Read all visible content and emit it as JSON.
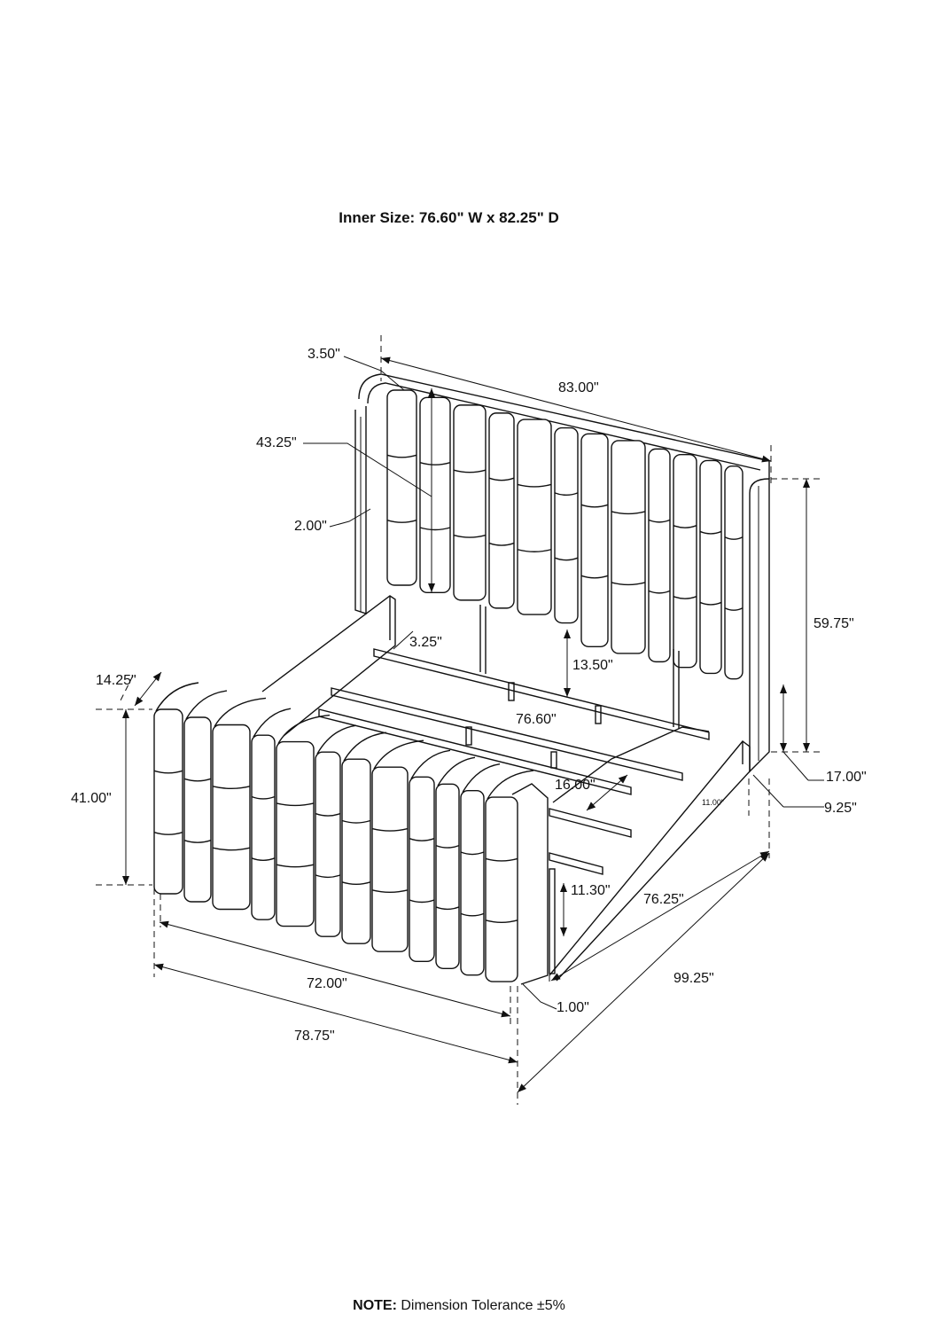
{
  "header": {
    "inner_size": "Inner Size: 76.60\" W x 82.25\" D"
  },
  "footer": {
    "note_label": "NOTE:",
    "note_text": " Dimension Tolerance ±5%"
  },
  "dimensions": {
    "hb_width": "83.00\"",
    "hb_depth": "3.50\"",
    "cushion_height": "43.25\"",
    "frame_side": "2.00\"",
    "hb_total_height": "59.75\"",
    "slat_offset": "3.25\"",
    "slat_gap_height": "13.50\"",
    "inner_width": "76.60\"",
    "fb_depth": "14.25\"",
    "fb_height": "41.00\"",
    "slat_spacing": "16.00\"",
    "rail_height": "17.00\"",
    "rail_small": "11.00\"",
    "leg_offset": "9.25\"",
    "leg_clearance": "11.30\"",
    "side_length": "76.25\"",
    "inner_length": "72.00\"",
    "overall_length": "99.25\"",
    "leg_height": "1.00\"",
    "overall_width": "78.75\""
  }
}
